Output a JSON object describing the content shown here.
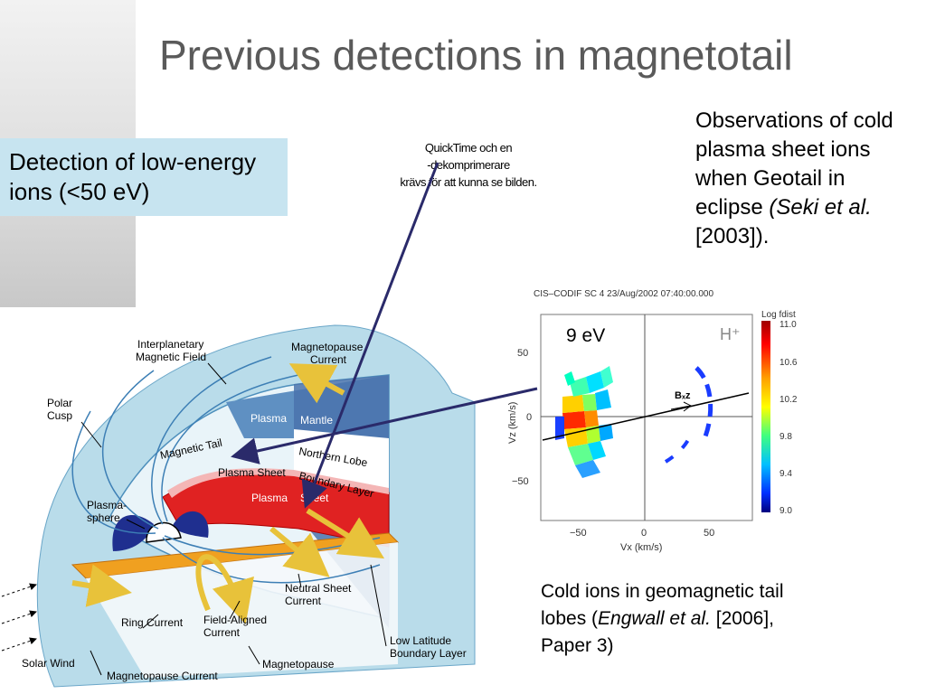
{
  "slide": {
    "title": "Previous detections in magnetotail",
    "callout": "Detection of low-energy ions (<50 eV)",
    "quicktime": [
      "QuickTime och en",
      "-dekomprimerare",
      "krävs för att kunna se bilden."
    ],
    "observations": {
      "text": "Observations of cold plasma sheet ions when Geotail in eclipse ",
      "cite_italic": "(Seki et al.",
      "cite_rest": " [2003])."
    },
    "cold_ions": {
      "text": "Cold ions in geomagnetic tail lobes (",
      "cite_italic": "Engwall et al.",
      "cite_rest": " [2006], Paper 3)"
    }
  },
  "magnetosphere": {
    "labels": {
      "imf": [
        "Interplanetary",
        "Magnetic Field"
      ],
      "mp_current": [
        "Magnetopause",
        "Current"
      ],
      "polar_cusp": [
        "Polar",
        "Cusp"
      ],
      "plasma_mantle": [
        "Plasma",
        "Mantle"
      ],
      "magnetic_tail": "Magnetic Tail",
      "northern_lobe": "Northern Lobe",
      "plasma_sheet": "Plasma Sheet",
      "boundary_layer": "Boundary Layer",
      "plasma_sheet_red": [
        "Plasma",
        "Sheet"
      ],
      "plasmasphere": [
        "Plasma-",
        "sphere"
      ],
      "neutral_sheet": [
        "Neutral Sheet",
        "Current"
      ],
      "ring_current": "Ring Current",
      "fac": [
        "Field-Aligned",
        "Current"
      ],
      "llbl": [
        "Low Latitude",
        "Boundary Layer"
      ],
      "solar_wind": "Solar Wind",
      "mp_current_bottom": "Magnetopause Current",
      "magnetopause": "Magnetopause"
    }
  },
  "plot": {
    "header": "CIS–CODIF  SC 4   23/Aug/2002 07:40:00.000",
    "species": "H⁺",
    "energy_label": "9 eV",
    "bxz_label": "Bₓz",
    "colorbar_title": "Log fdist",
    "colorbar_ticks": [
      "11.0",
      "10.6",
      "10.2",
      "9.8",
      "9.4",
      "9.0"
    ],
    "xlabel": "Vx (km/s)",
    "ylabel": "Vz (km/s)",
    "xticks": [
      "−50",
      "0",
      "50"
    ],
    "yticks": [
      "50",
      "0",
      "−50"
    ]
  }
}
